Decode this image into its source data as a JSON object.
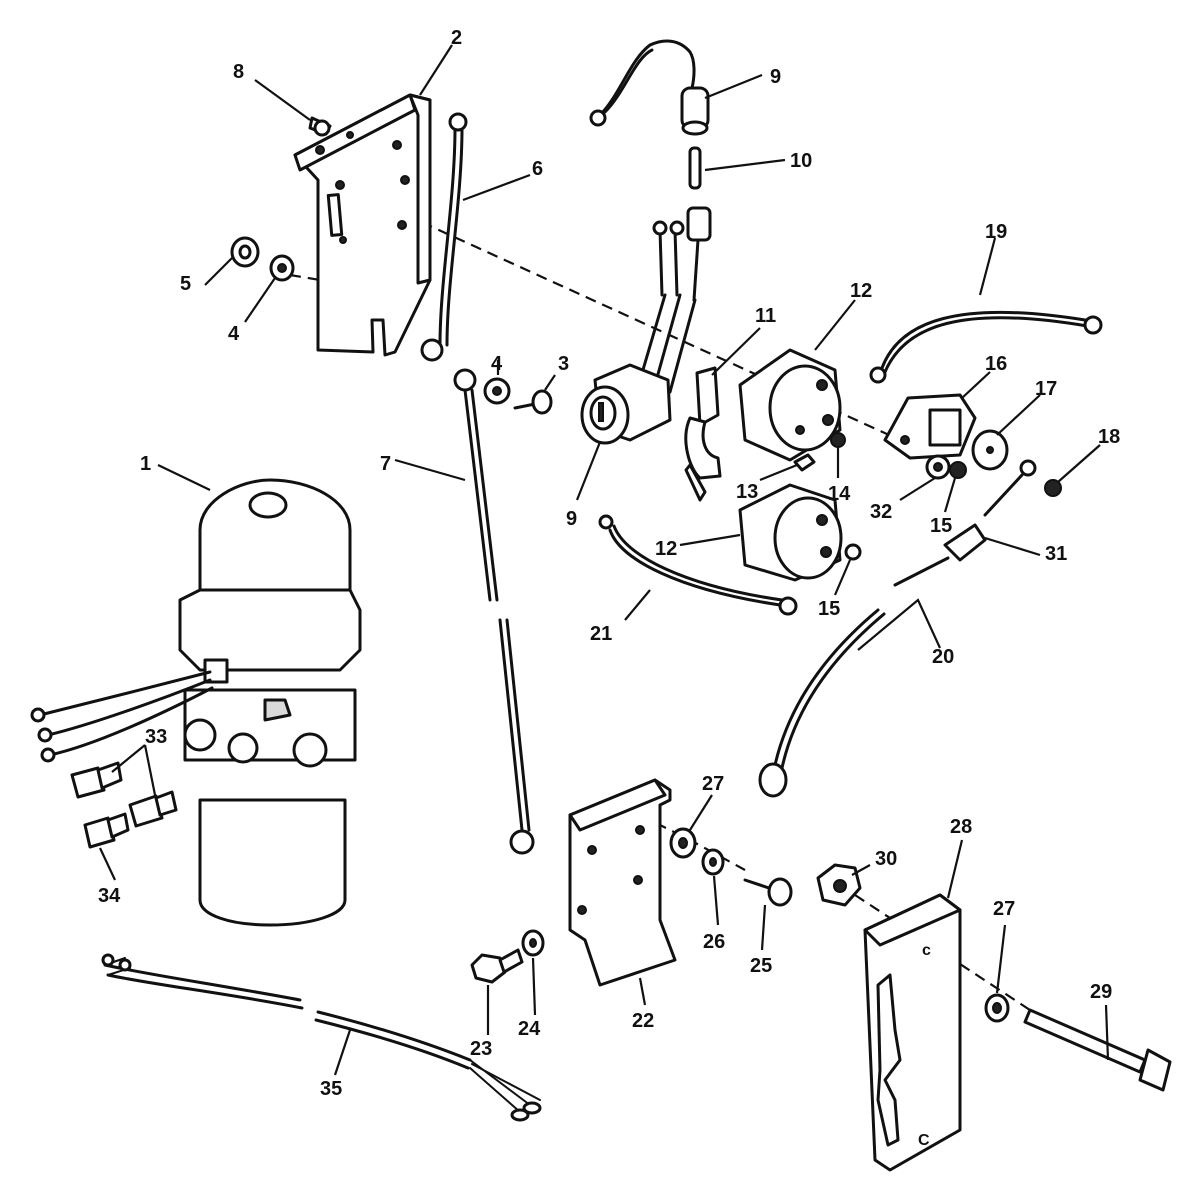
{
  "callouts": {
    "c1": "1",
    "c2": "2",
    "c3": "3",
    "c4a": "4",
    "c4b": "4",
    "c5": "5",
    "c6": "6",
    "c7": "7",
    "c8": "8",
    "c9a": "9",
    "c9b": "9",
    "c10": "10",
    "c11": "11",
    "c12a": "12",
    "c12b": "12",
    "c13": "13",
    "c14": "14",
    "c15a": "15",
    "c15b": "15",
    "c16": "16",
    "c17": "17",
    "c18": "18",
    "c19": "19",
    "c20": "20",
    "c21": "21",
    "c22": "22",
    "c23": "23",
    "c24": "24",
    "c25": "25",
    "c26": "26",
    "c27a": "27",
    "c27b": "27",
    "c28": "28",
    "c29": "29",
    "c30": "30",
    "c31": "31",
    "c32": "32",
    "c33": "33",
    "c34": "34",
    "c35": "35"
  }
}
